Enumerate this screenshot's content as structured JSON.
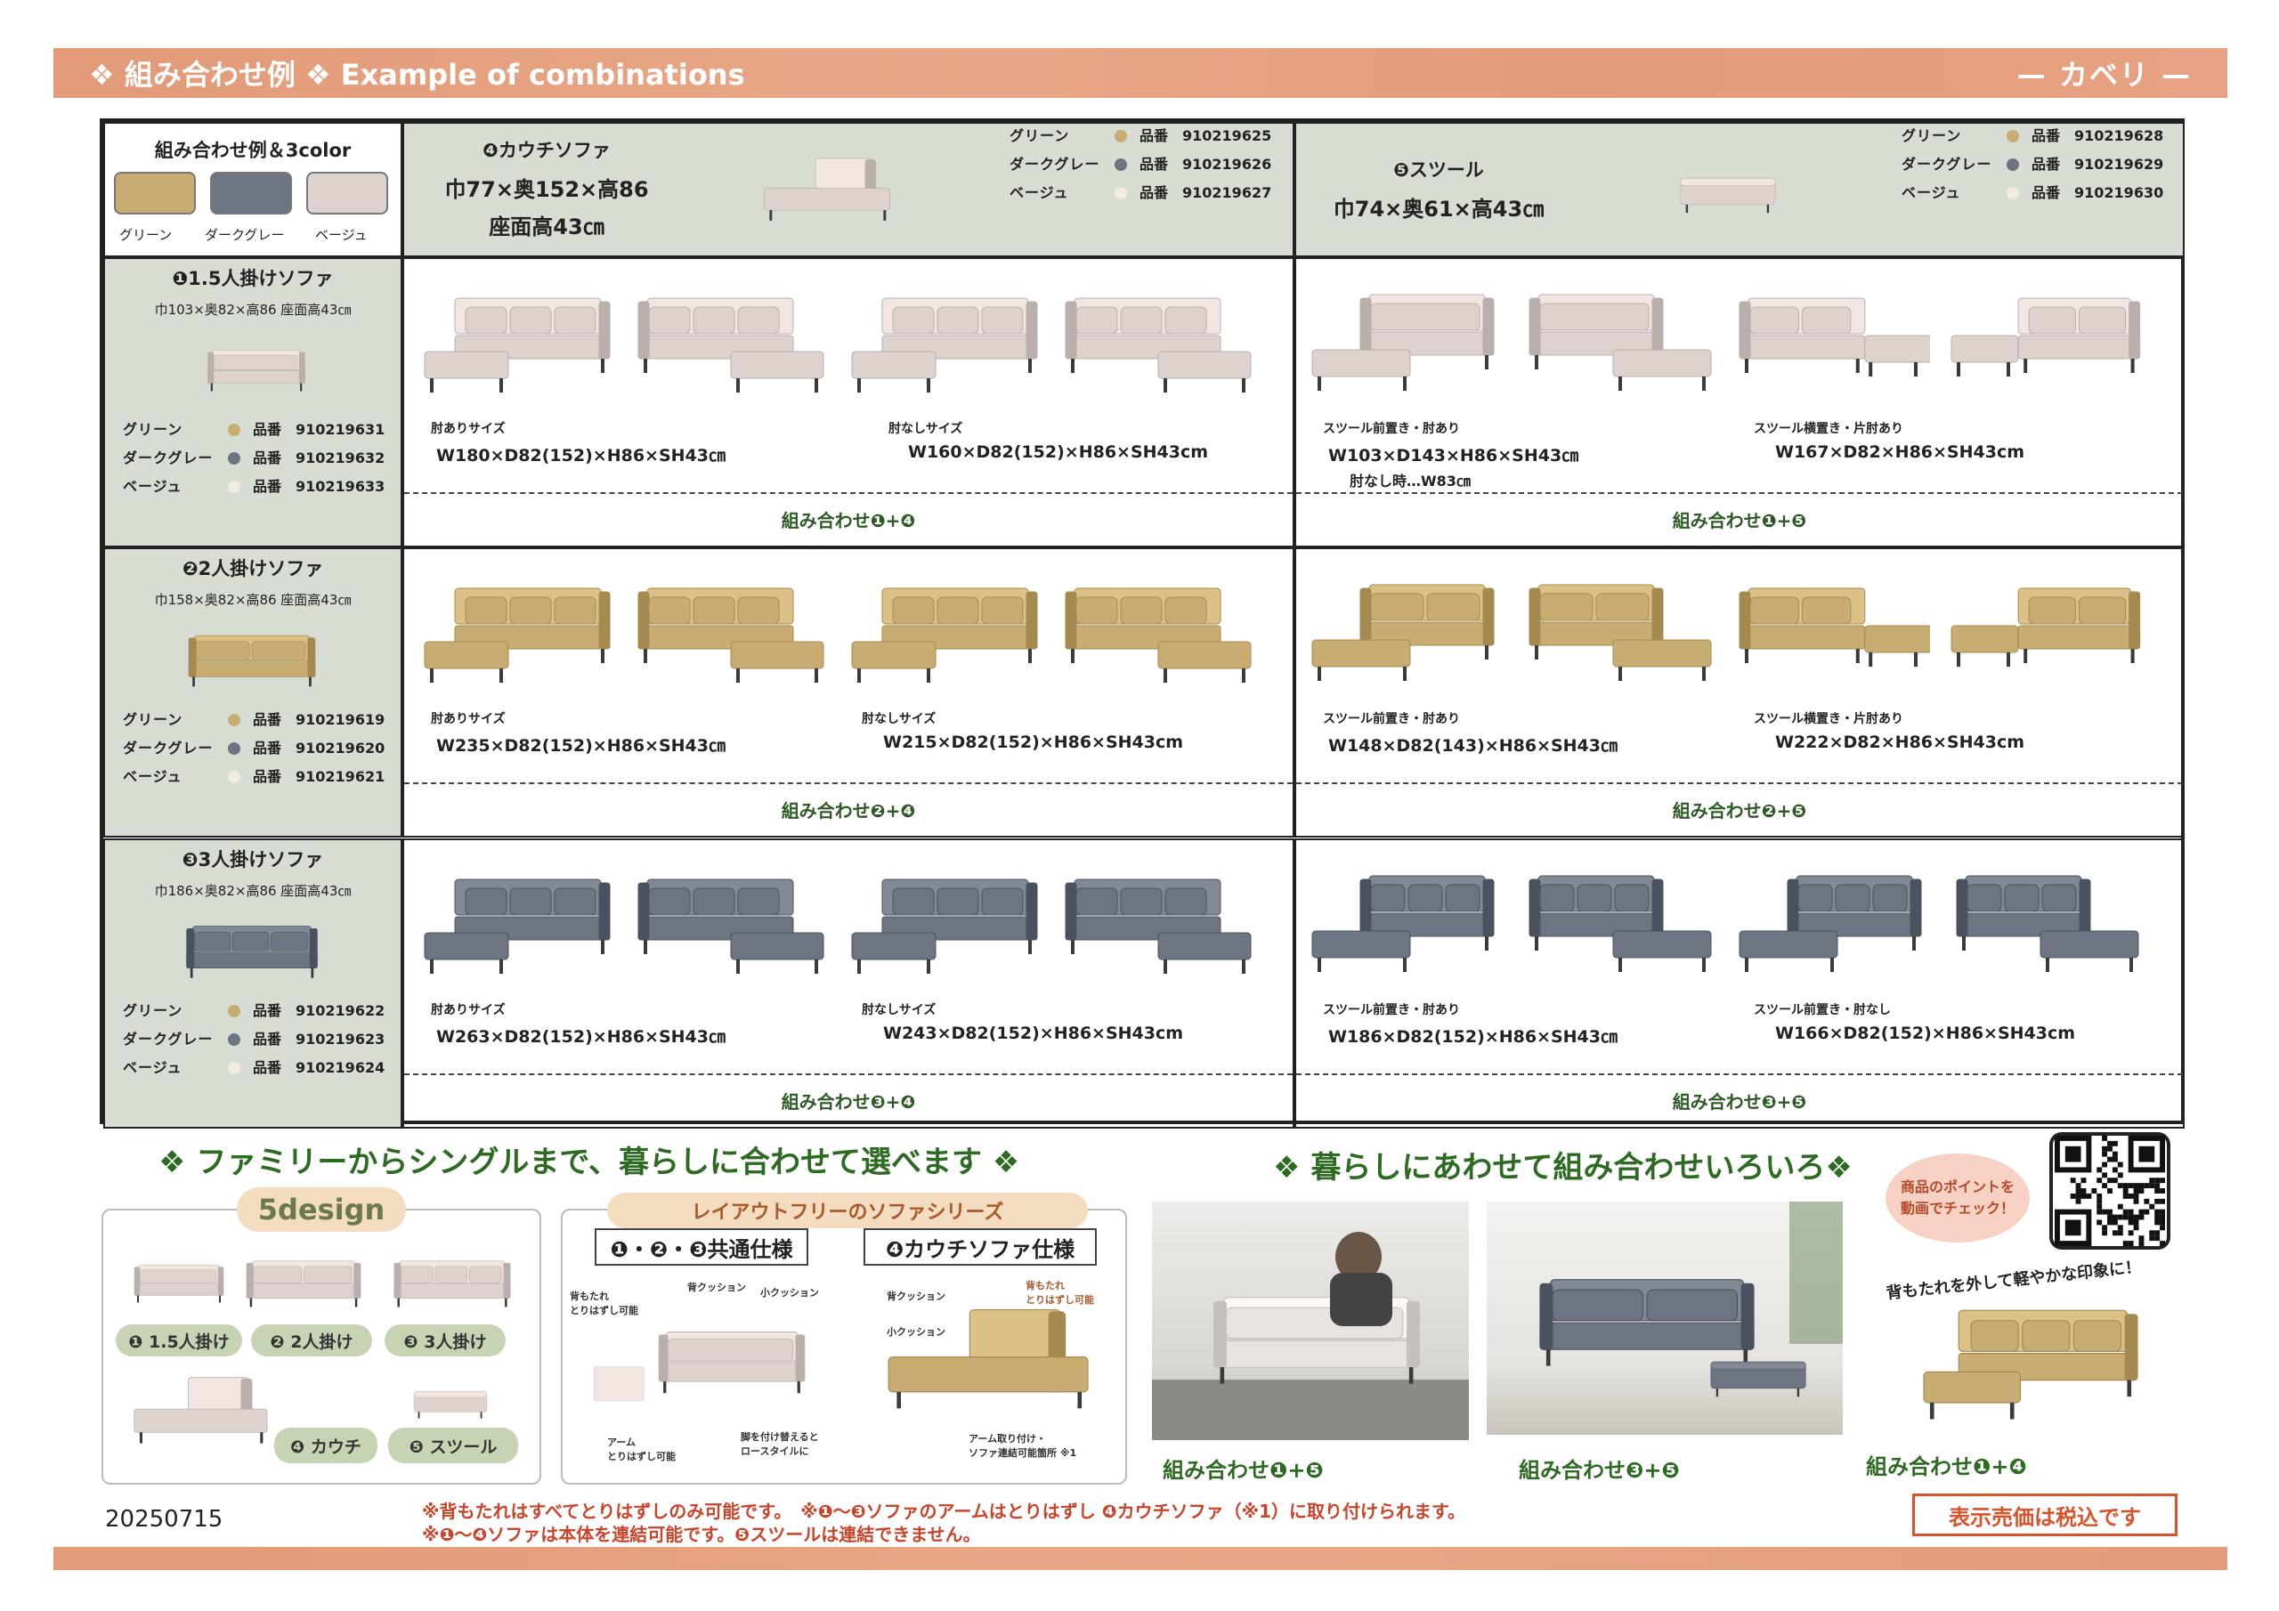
{
  "banner": {
    "left": "❖ 組み合わせ例 ❖ Example of combinations",
    "right": "— カベリ —"
  },
  "header": {
    "legend_title": "組み合わせ例＆3color",
    "swatches": [
      {
        "label": "グリーン",
        "color": "#c8ad72"
      },
      {
        "label": "ダークグレー",
        "color": "#6d7583"
      },
      {
        "label": "ベージュ",
        "color": "#ddd2ce"
      }
    ],
    "couch": {
      "title": "❹カウチソファ",
      "size1": "巾77×奥152×高86",
      "size2": "座面高43㎝",
      "codes": [
        [
          "グリーン",
          "910219625"
        ],
        [
          "ダークグレー",
          "910219626"
        ],
        [
          "ベージュ",
          "910219627"
        ]
      ]
    },
    "stool": {
      "title": "❺スツール",
      "size": "巾74×奥61×高43㎝",
      "codes": [
        [
          "グリーン",
          "910219628"
        ],
        [
          "ダークグレー",
          "910219629"
        ],
        [
          "ベージュ",
          "910219630"
        ]
      ]
    }
  },
  "code_label": "品番",
  "rows": [
    {
      "title": "❶1.5人掛けソファ",
      "size": "巾103×奥82×高86 座面高43㎝",
      "codes": [
        [
          "グリーン",
          "910219631"
        ],
        [
          "ダークグレー",
          "910219632"
        ],
        [
          "ベージュ",
          "910219633"
        ]
      ],
      "left": {
        "n1": "肘ありサイズ",
        "d1": "W180×D82(152)×H86×SH43㎝",
        "n2": "肘なしサイズ",
        "d2": "W160×D82(152)×H86×SH43cm",
        "combo": "組み合わせ❶+❹"
      },
      "right": {
        "n1": "スツール前置き・肘あり",
        "d1": "W103×D143×H86×SH43㎝",
        "d1b": "肘なし時…W83㎝",
        "n2": "スツール横置き・片肘あり",
        "d2": "W167×D82×H86×SH43cm",
        "combo": "組み合わせ❶+❺"
      }
    },
    {
      "title": "❷2人掛けソファ",
      "size": "巾158×奥82×高86 座面高43㎝",
      "codes": [
        [
          "グリーン",
          "910219619"
        ],
        [
          "ダークグレー",
          "910219620"
        ],
        [
          "ベージュ",
          "910219621"
        ]
      ],
      "left": {
        "n1": "肘ありサイズ",
        "d1": "W235×D82(152)×H86×SH43㎝",
        "n2": "肘なしサイズ",
        "d2": "W215×D82(152)×H86×SH43cm",
        "combo": "組み合わせ❷+❹"
      },
      "right": {
        "n1": "スツール前置き・肘あり",
        "d1": "W148×D82(143)×H86×SH43㎝",
        "d1b": "",
        "n2": "スツール横置き・片肘あり",
        "d2": "W222×D82×H86×SH43cm",
        "combo": "組み合わせ❷+❺"
      }
    },
    {
      "title": "❸3人掛けソファ",
      "size": "巾186×奥82×高86 座面高43㎝",
      "codes": [
        [
          "グリーン",
          "910219622"
        ],
        [
          "ダークグレー",
          "910219623"
        ],
        [
          "ベージュ",
          "910219624"
        ]
      ],
      "left": {
        "n1": "肘ありサイズ",
        "d1": "W263×D82(152)×H86×SH43㎝",
        "n2": "肘なしサイズ",
        "d2": "W243×D82(152)×H86×SH43cm",
        "combo": "組み合わせ❸+❹"
      },
      "right": {
        "n1": "スツール前置き・肘あり",
        "d1": "W186×D82(152)×H86×SH43㎝",
        "d1b": "",
        "n2": "スツール前置き・肘なし",
        "d2": "W166×D82(152)×H86×SH43cm",
        "combo": "組み合わせ❸+❺"
      }
    }
  ],
  "bottom": {
    "heading1": "❖ ファミリーからシングルまで、暮らしに合わせて選べます ❖",
    "five_design": "5design",
    "pills": [
      "❶ 1.5人掛け",
      "❷ 2人掛け",
      "❸ 3人掛け",
      "❹ カウチ",
      "❺ スツール"
    ],
    "layout_title": "レイアウトフリーのソファシリーズ",
    "spec1": "❶・❷・❸共通仕様",
    "spec2": "❹カウチソファ仕様",
    "ann": {
      "back": "背もたれ\nとりはずし可能",
      "backcushion": "背クッション",
      "smallcushion": "小クッション",
      "arm": "アーム\nとりはずし可能",
      "leg": "脚を付け替えると\nロースタイルに",
      "back2": "背もたれ\nとりはずし可能",
      "backcushion2": "背クッション",
      "smallcushion2": "小クッション",
      "arm2": "アーム取り付け・\nソファ連結可能箇所 ※1"
    },
    "heading2": "❖ 暮らしにあわせて組み合わせいろいろ❖",
    "photo_labels": [
      "組み合わせ❶+❺",
      "組み合わせ❸+❺",
      "組み合わせ❶+❹"
    ],
    "bubble": "商品のポイントを\n動画でチェック！",
    "rotated": "背もたれを外して軽やかな印象に！",
    "date": "20250715",
    "note1": "※背もたれはすべてとりはずしのみ可能です。　※❶〜❸ソファのアームはとりはずし ❹カウチソファ（※1）に取り付けられます。",
    "note2": "※❶〜❹ソファは本体を連結可能です。❺スツールは連結できません。",
    "price": "表示売価は税込です"
  },
  "colors": {
    "green": "#c8ad72",
    "gray": "#6d7583",
    "beige": "#ddd2ce"
  }
}
